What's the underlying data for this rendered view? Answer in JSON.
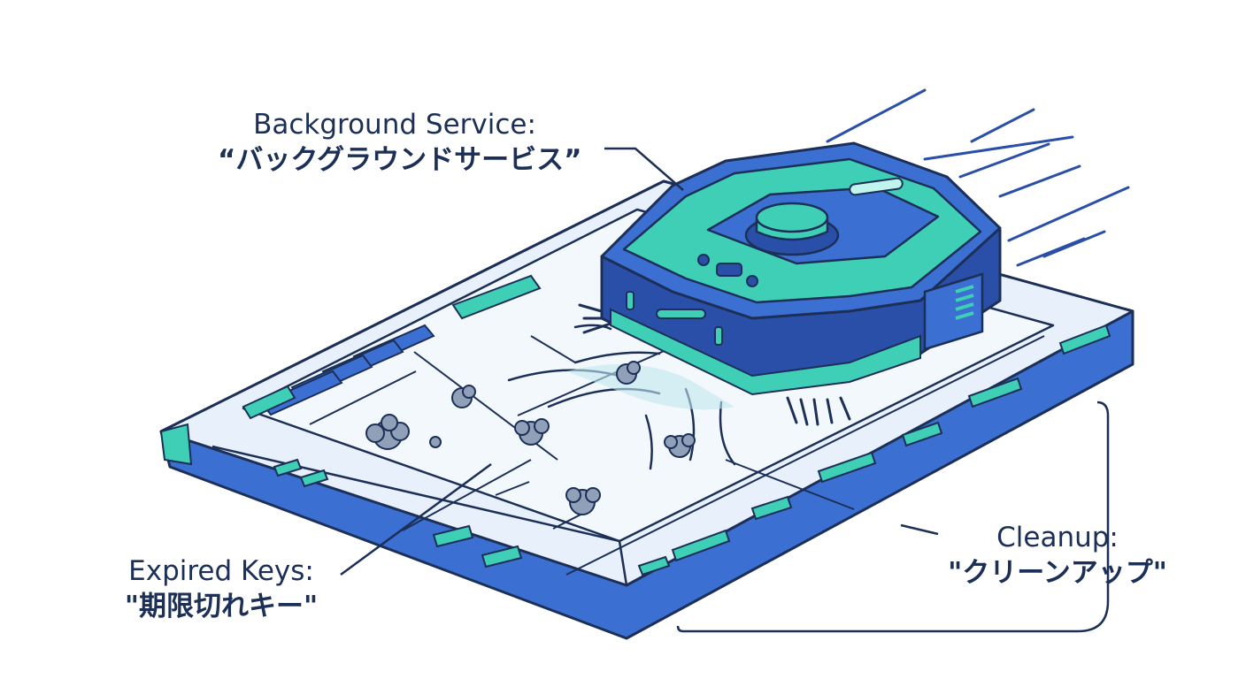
{
  "labels": {
    "background_service": {
      "title": "Background Service:",
      "japanese": "“バックグラウンドサービス”"
    },
    "expired_keys": {
      "title": "Expired Keys:",
      "japanese": "\"期限切れキー\""
    },
    "cleanup": {
      "title": "Cleanup:",
      "japanese": "\"クリーンアップ\""
    }
  },
  "colors": {
    "outline": "#1c2f57",
    "blue": "#3b6fd1",
    "blue_dark": "#2a4fa8",
    "teal": "#3ecfb6",
    "panel": "#e8f1fb",
    "panel_light": "#f3f8fd",
    "dust": "#8fa0b8"
  }
}
